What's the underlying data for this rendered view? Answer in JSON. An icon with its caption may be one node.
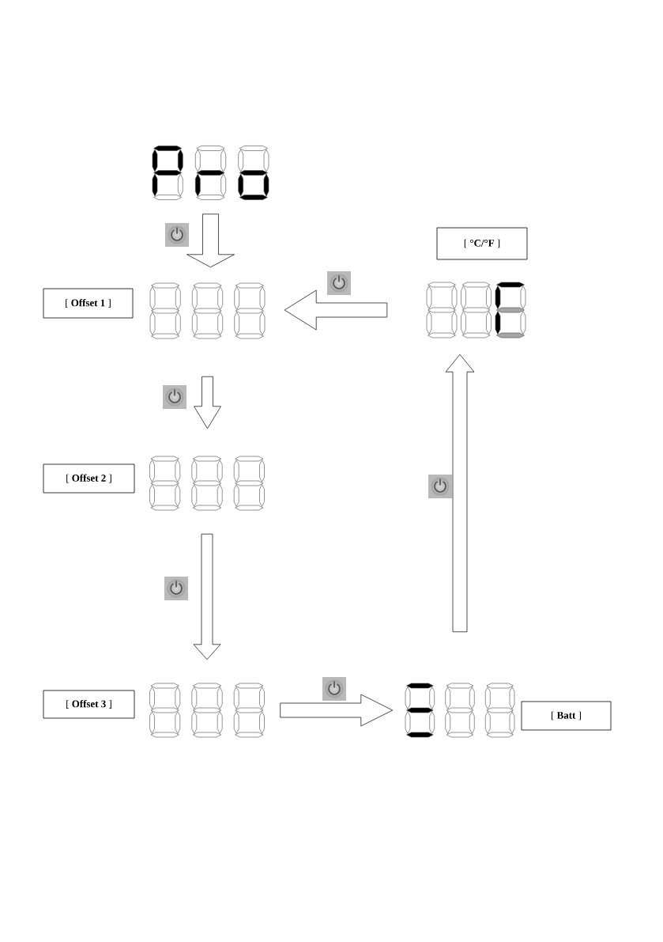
{
  "diagram": {
    "nodes": [
      {
        "text": [],
        "shape": "display"
      },
      {
        "text": [
          "[ **°C/°F** ]"
        ]
      },
      {
        "text": [
          "[ **Offset 1** ]"
        ]
      },
      {
        "text": [],
        "shape": "display"
      },
      {
        "text": [],
        "shape": "display"
      },
      {
        "text": [
          "[ **Offset 2** ]"
        ]
      },
      {
        "text": [],
        "shape": "display"
      },
      {
        "text": [
          "[ **Offset 3** ]"
        ]
      },
      {
        "text": [],
        "shape": "display"
      },
      {
        "text": [],
        "shape": "display"
      },
      {
        "text": [
          "[ **Batt** ]"
        ]
      }
    ],
    "edges": [
      {
        "from": 0,
        "to": 3,
        "arrow": "to"
      },
      {
        "from": 3,
        "to": 6,
        "arrow": "to"
      },
      {
        "from": 6,
        "to": 8,
        "arrow": "to"
      },
      {
        "from": 8,
        "to": 9,
        "arrow": "to"
      },
      {
        "from": 9,
        "to": 4,
        "arrow": "to"
      },
      {
        "from": 4,
        "to": 3,
        "arrow": "to"
      }
    ]
  }
}
